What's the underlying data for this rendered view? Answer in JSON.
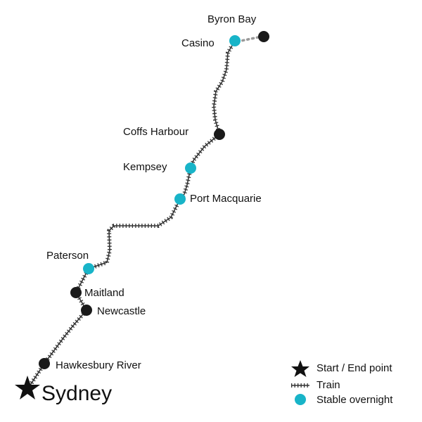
{
  "map": {
    "stops": {
      "byron_bay": "Byron Bay",
      "casino": "Casino",
      "coffs_harbour": "Coffs Harbour",
      "kempsey": "Kempsey",
      "port_macquarie": "Port Macquarie",
      "paterson": "Paterson",
      "maitland": "Maitland",
      "newcastle": "Newcastle",
      "hawkesbury_river": "Hawkesbury River",
      "sydney": "Sydney"
    },
    "stop_types": {
      "byron_bay": "stop",
      "casino": "stable-overnight",
      "coffs_harbour": "stop",
      "kempsey": "stable-overnight",
      "port_macquarie": "stable-overnight",
      "paterson": "stable-overnight",
      "maitland": "stop",
      "newcastle": "stop",
      "hawkesbury_river": "stop",
      "sydney": "start-end"
    },
    "colors": {
      "stop": "#1a1a1a",
      "stable_overnight": "#18b4c8",
      "track": "#333333",
      "dotted_link": "#999999"
    }
  },
  "legend": {
    "start_end": "Start / End point",
    "train": "Train",
    "stable_overnight": "Stable overnight"
  }
}
